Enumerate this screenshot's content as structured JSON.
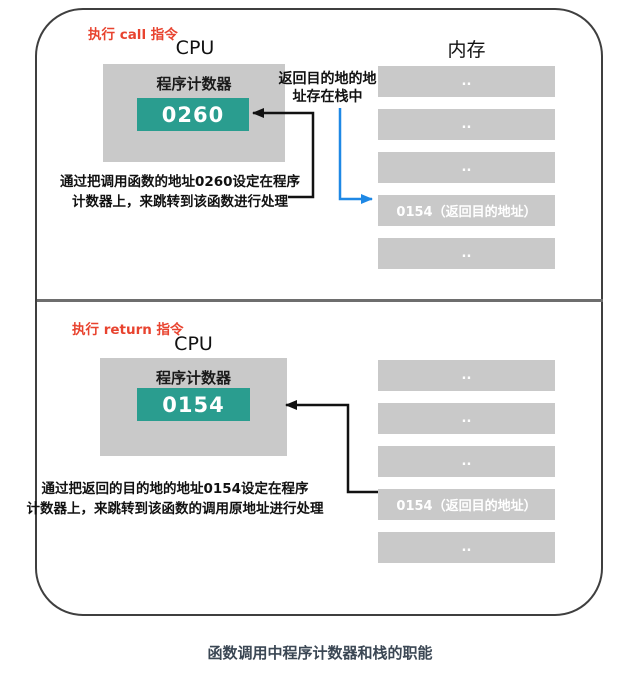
{
  "caption": "函数调用中程序计数器和栈的职能",
  "colors": {
    "accent_teal": "#2a9d8f",
    "label_red": "#e8432f",
    "arrow_blue": "#1e88e5",
    "box_gray": "#c9c9c9"
  },
  "call_section": {
    "label": "执行 call 指令",
    "cpu_title": "CPU",
    "pc_label": "程序计数器",
    "pc_value": "0260",
    "annotation_line1": "通过把调用函数的地址0260设定在程序",
    "annotation_line2": "计数器上，来跳转到该函数进行处理",
    "stack_note_line1": "返回目的地的地",
    "stack_note_line2": "址存在栈中",
    "memory_title": "内存",
    "memory_rows": [
      "..",
      "..",
      "..",
      "0154（返回目的地址）",
      ".."
    ]
  },
  "return_section": {
    "label": "执行 return 指令",
    "cpu_title": "CPU",
    "pc_label": "程序计数器",
    "pc_value": "0154",
    "annotation_line1": "通过把返回的目的地的地址0154设定在程序",
    "annotation_line2": "计数器上，来跳转到该函数的调用原地址进行处理",
    "memory_rows": [
      "..",
      "..",
      "..",
      "0154（返回目的地址）",
      ".."
    ]
  }
}
